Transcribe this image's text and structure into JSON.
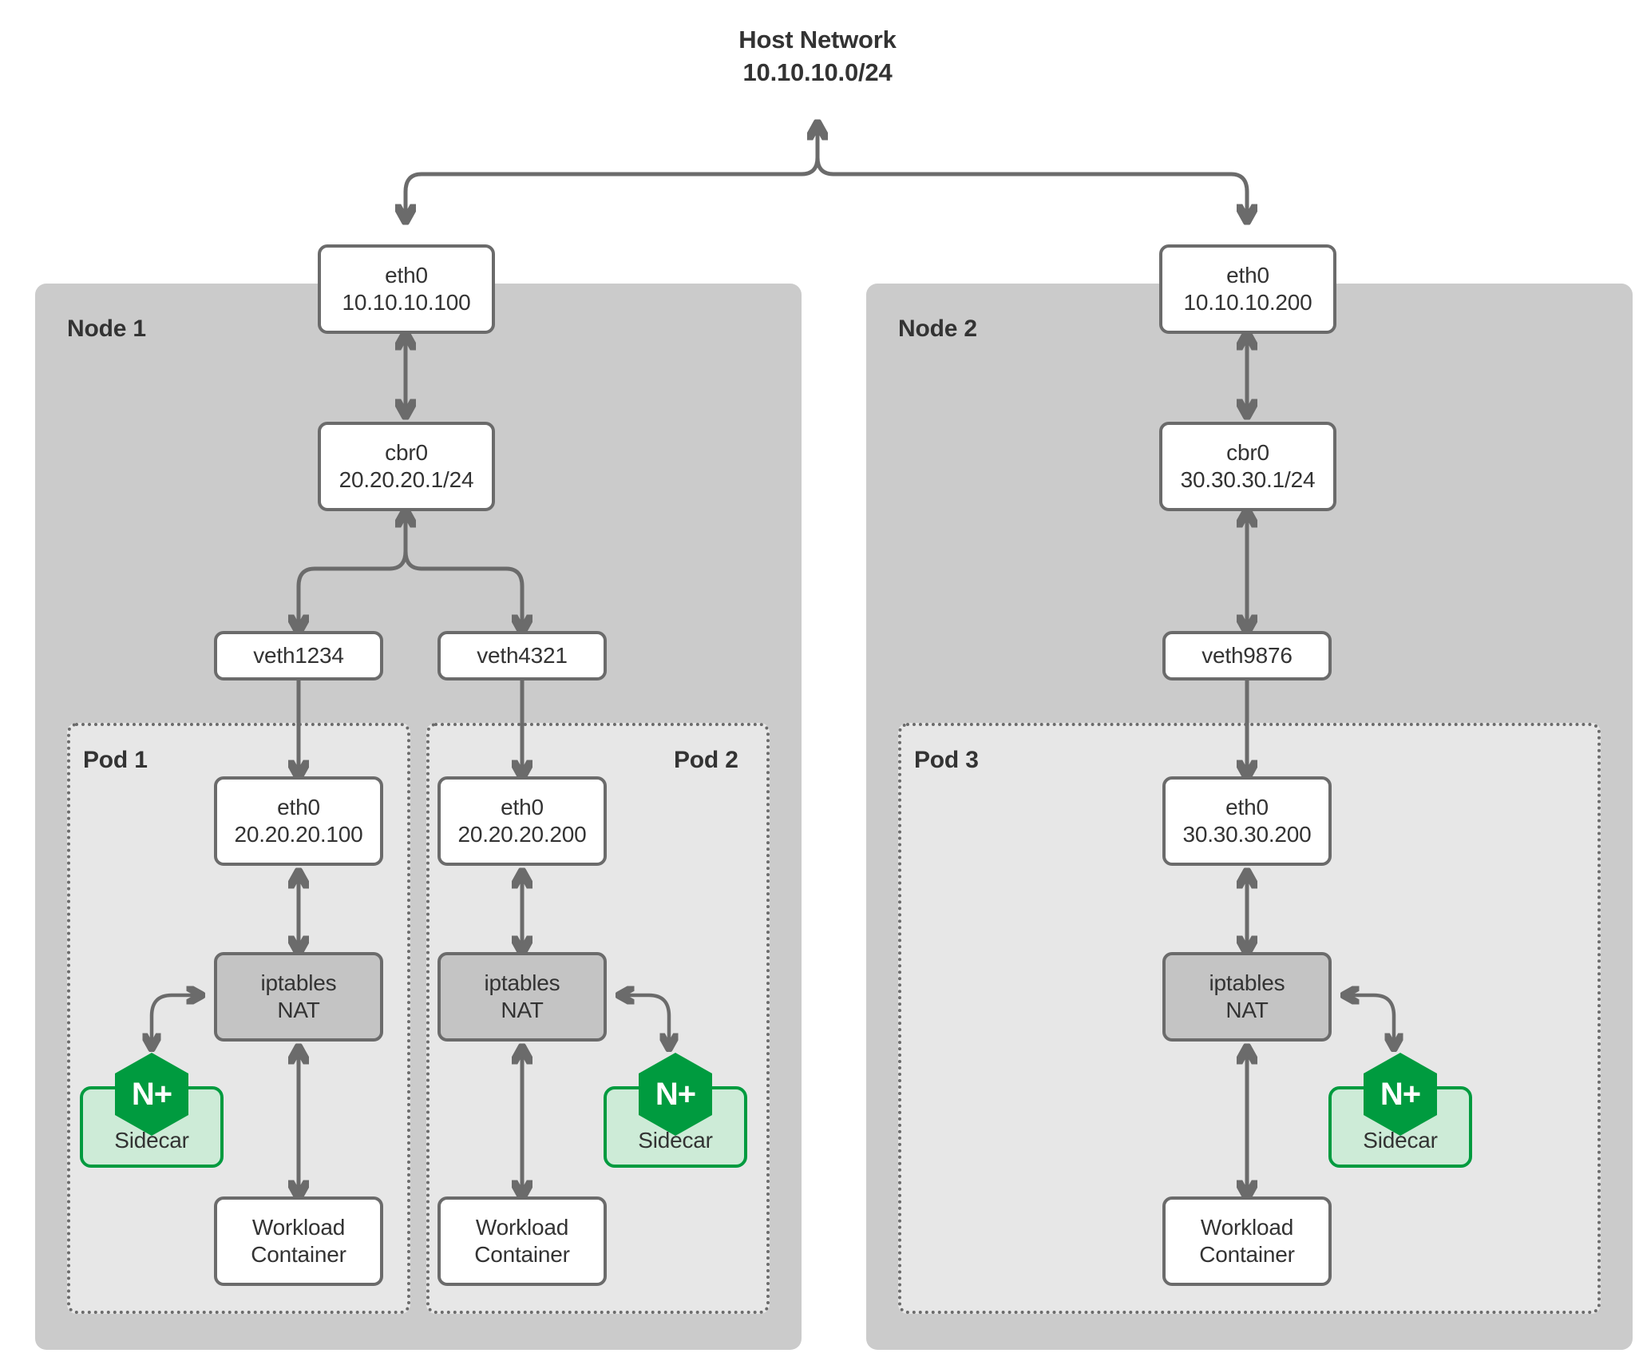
{
  "diagram": {
    "title_line1": "Host Network",
    "title_line2": "10.10.10.0/24",
    "colors": {
      "node_fill": "#cbcbcb",
      "pod_fill": "#e7e7e7",
      "box_stroke": "#6b6b6b",
      "nat_fill": "#c4c4c4",
      "sidecar_fill": "#cdebd7",
      "sidecar_stroke": "#009b3f",
      "nginx_green": "#009b3f",
      "text": "#333333"
    }
  },
  "nodes": [
    {
      "label": "Node 1",
      "eth0": {
        "name": "eth0",
        "ip": "10.10.10.100"
      },
      "bridge": {
        "name": "cbr0",
        "ip": "20.20.20.1/24"
      },
      "veths": [
        "veth1234",
        "veth4321"
      ],
      "pods": [
        {
          "label": "Pod 1",
          "eth0": {
            "name": "eth0",
            "ip": "20.20.20.100"
          },
          "nat": {
            "line1": "iptables",
            "line2": "NAT"
          },
          "sidecar": {
            "label": "Sidecar",
            "logo": "N+"
          },
          "workload": {
            "line1": "Workload",
            "line2": "Container"
          }
        },
        {
          "label": "Pod 2",
          "eth0": {
            "name": "eth0",
            "ip": "20.20.20.200"
          },
          "nat": {
            "line1": "iptables",
            "line2": "NAT"
          },
          "sidecar": {
            "label": "Sidecar",
            "logo": "N+"
          },
          "workload": {
            "line1": "Workload",
            "line2": "Container"
          }
        }
      ]
    },
    {
      "label": "Node 2",
      "eth0": {
        "name": "eth0",
        "ip": "10.10.10.200"
      },
      "bridge": {
        "name": "cbr0",
        "ip": "30.30.30.1/24"
      },
      "veths": [
        "veth9876"
      ],
      "pods": [
        {
          "label": "Pod 3",
          "eth0": {
            "name": "eth0",
            "ip": "30.30.30.200"
          },
          "nat": {
            "line1": "iptables",
            "line2": "NAT"
          },
          "sidecar": {
            "label": "Sidecar",
            "logo": "N+"
          },
          "workload": {
            "line1": "Workload",
            "line2": "Container"
          }
        }
      ]
    }
  ]
}
